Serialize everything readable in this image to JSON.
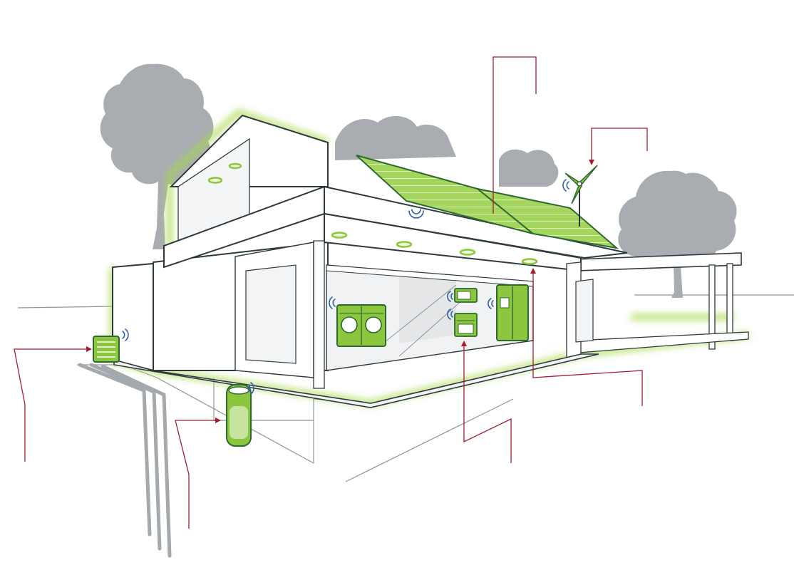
{
  "colors": {
    "background": "#ffffff",
    "tree": "#a9adb2",
    "wall_fill": "#ffffff",
    "wall_line": "#2f3a3f",
    "sketch_line": "#8e959a",
    "glow": "#a6d84a",
    "device_green": "#8cc63f",
    "device_dark": "#2d6a2f",
    "solar": "#a4d65e",
    "callout": "#a51c30",
    "signal": "#2f5fa8",
    "pipe": "#a4a9ae"
  },
  "icons": {
    "wind_turbine": "wind-turbine-icon",
    "heat_pump": "heat-pump-icon",
    "water_tank": "water-tank-icon",
    "washer_dryer": "washer-dryer-icon",
    "refrigerator": "refrigerator-icon",
    "oven": "oven-icon",
    "microwave": "microwave-icon",
    "signal": "wireless-signal-icon",
    "ceiling_light": "ceiling-light-icon"
  },
  "callouts": [
    {
      "id": "solar-panels"
    },
    {
      "id": "wind-turbine"
    },
    {
      "id": "heat-pump"
    },
    {
      "id": "water-tank"
    },
    {
      "id": "kitchen-appliances"
    },
    {
      "id": "ceiling-lights"
    }
  ]
}
